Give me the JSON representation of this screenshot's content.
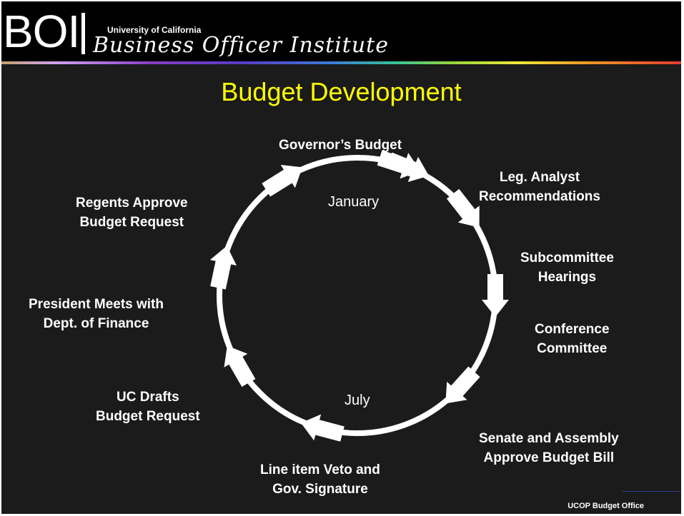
{
  "header": {
    "logo_text": "BOI",
    "university": "University of California",
    "institute": "Business Officer Institute"
  },
  "title": "Budget Development",
  "cycle": {
    "months": {
      "top": "January",
      "bottom": "July"
    },
    "steps": [
      {
        "lines": [
          "Governor’s Budget"
        ]
      },
      {
        "lines": [
          "Leg. Analyst",
          "Recommendations"
        ]
      },
      {
        "lines": [
          "Subcommittee",
          "Hearings"
        ]
      },
      {
        "lines": [
          "Conference",
          "Committee"
        ]
      },
      {
        "lines": [
          "Senate and Assembly",
          "Approve Budget Bill"
        ]
      },
      {
        "lines": [
          "Line item Veto and",
          "Gov. Signature"
        ]
      },
      {
        "lines": [
          "UC Drafts",
          "Budget Request"
        ]
      },
      {
        "lines": [
          "President Meets with",
          "Dept. of Finance"
        ]
      },
      {
        "lines": [
          "Regents Approve",
          "Budget Request"
        ]
      }
    ]
  },
  "footer": "UCOP Budget Office",
  "colors": {
    "background": "#1b1b1b",
    "title": "#ffff00",
    "text": "#ffffff",
    "ring": "#ffffff"
  }
}
